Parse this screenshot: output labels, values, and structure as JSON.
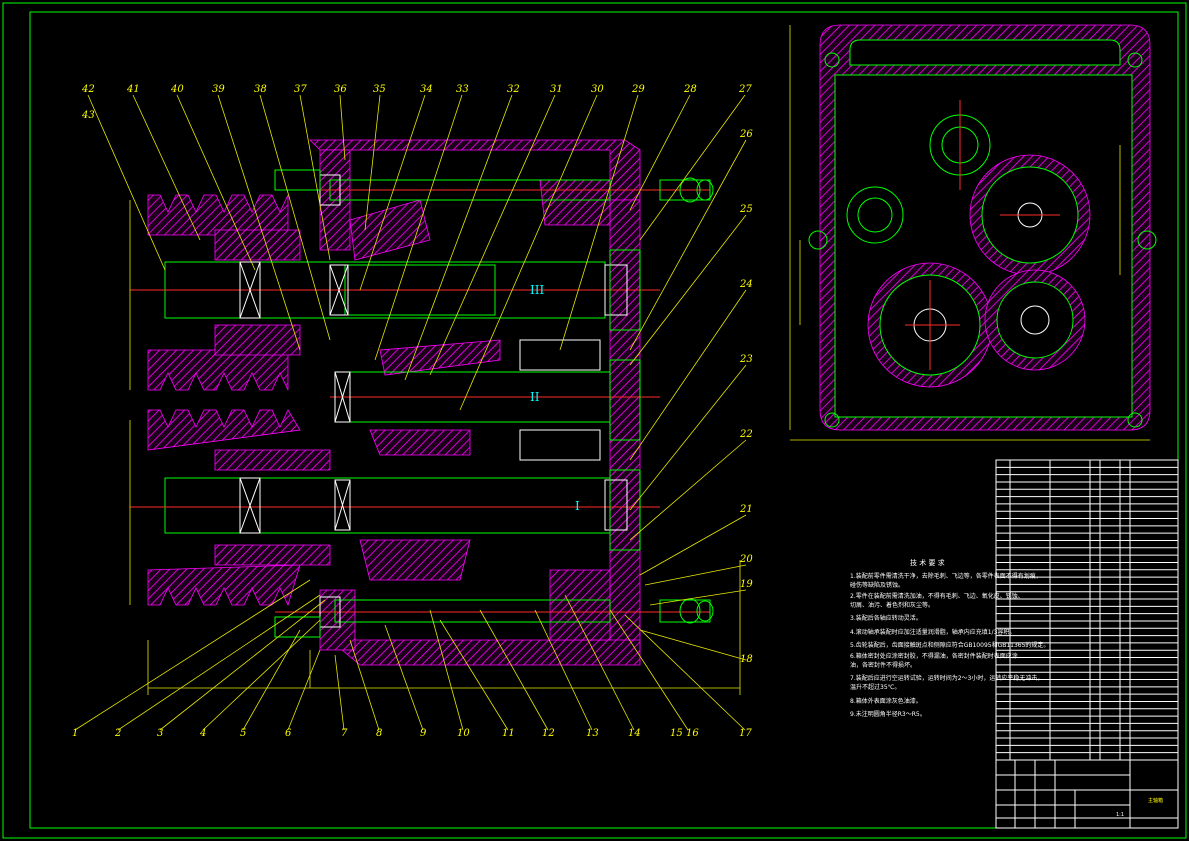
{
  "colors": {
    "background": "#000000",
    "outline": "#00ff00",
    "hatch": "#ff00ff",
    "centerline": "#ff2a2a",
    "leader": "#ffff00",
    "text": "#ffffff",
    "label": "#ffff00"
  },
  "part_labels": {
    "top": [
      "42",
      "43",
      "41",
      "40",
      "39",
      "38",
      "37",
      "36",
      "35",
      "34",
      "33",
      "32",
      "31",
      "30",
      "29",
      "28",
      "27"
    ],
    "right": [
      "26",
      "25",
      "24",
      "23",
      "22",
      "21",
      "20",
      "19",
      "18"
    ],
    "bottom": [
      "1",
      "2",
      "3",
      "4",
      "5",
      "6",
      "7",
      "8",
      "9",
      "10",
      "11",
      "12",
      "13",
      "14",
      "15",
      "16",
      "17"
    ]
  },
  "shaft_labels": [
    "III",
    "II",
    "I"
  ],
  "tech_requirements": {
    "title": "技 术 要 求",
    "lines": [
      "1.装配前零件需清洗干净，去除毛刺、飞边等，各零件表面不得有划痕，",
      "   碰伤等缺陷及锈蚀。",
      "2.零件在装配前需清洗加油，不得有毛刺、飞边、氧化皮、锈蚀、",
      "   切屑、油污、着色剂和灰尘等。",
      "3.装配后各轴应转动灵活。",
      "4.滚动轴承装配时应加注适量润滑脂，轴承内应充填1/3容积。",
      "5.齿轮装配后，齿面接触斑点和侧隙应符合GB10095和GB11365的规定。",
      "6.箱体密封处应涂密封胶，不得漏油，各密封件装配时表面应涂",
      "   油，各密封件不得损坏。",
      "7.装配后应进行空运转试验，运转时间为2～3小时，运转应平稳无冲击，",
      "   温升不超过35℃。",
      "8.箱体外表面涂灰色油漆。",
      "9.未注明圆角半径R3～R5。"
    ]
  },
  "title_block": {
    "drawing_name": "主轴箱",
    "scale": "1:1",
    "bom_rows": 41
  }
}
